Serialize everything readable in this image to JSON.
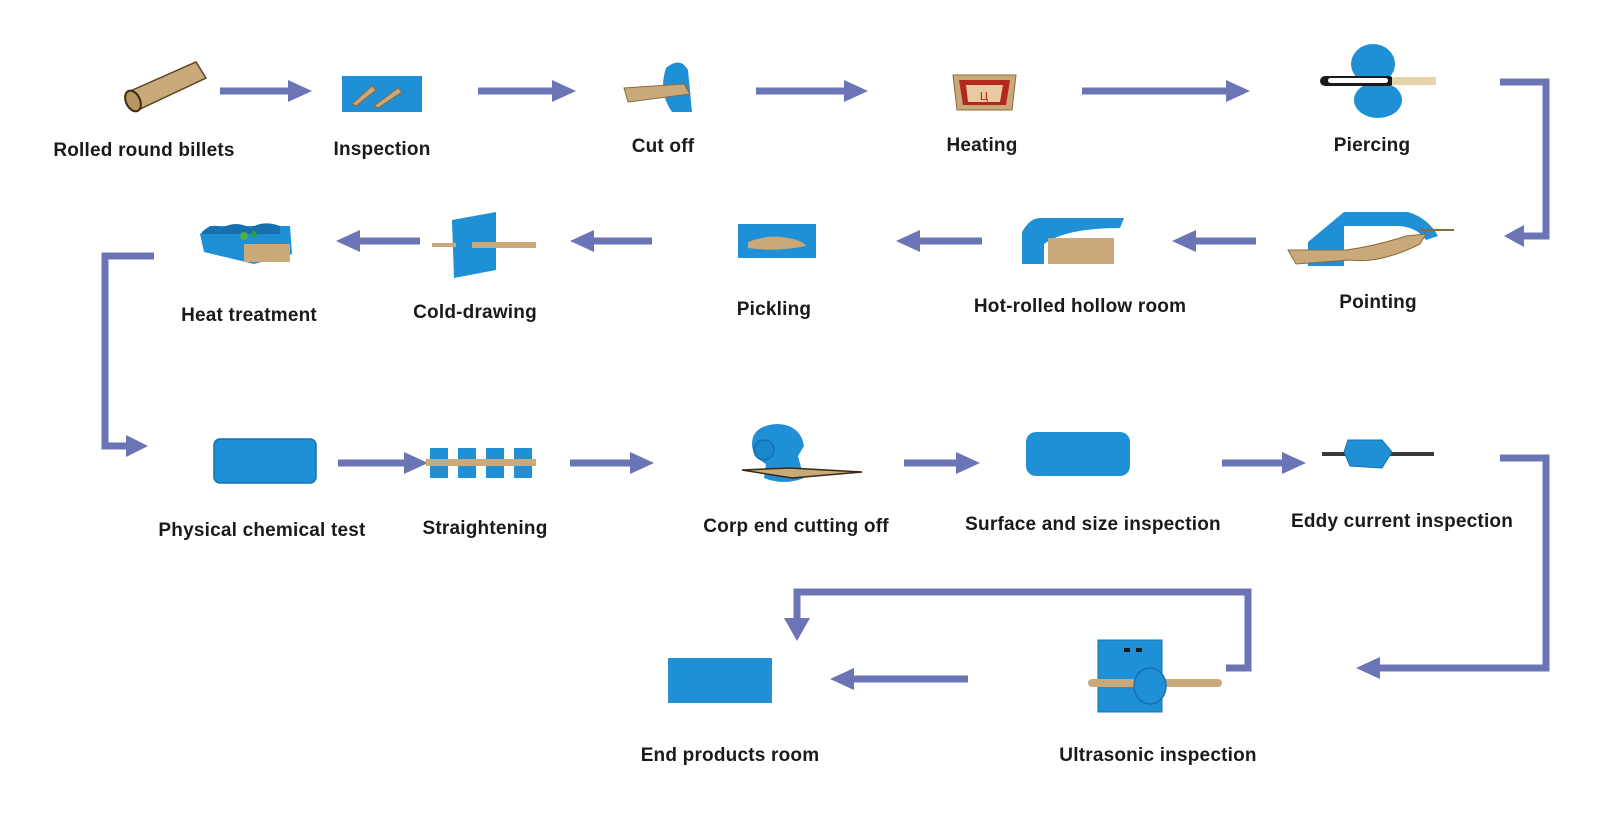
{
  "diagram": {
    "steps": [
      {
        "id": "rolled",
        "label": "Rolled round billets",
        "icon": "billet-icon"
      },
      {
        "id": "inspection",
        "label": "Inspection",
        "icon": "inspection-icon"
      },
      {
        "id": "cutoff",
        "label": "Cut off",
        "icon": "cutter-icon"
      },
      {
        "id": "heating",
        "label": "Heating",
        "icon": "furnace-icon"
      },
      {
        "id": "piercing",
        "label": "Piercing",
        "icon": "piercing-mill-icon"
      },
      {
        "id": "pointing",
        "label": "Pointing",
        "icon": "pointing-machine-icon"
      },
      {
        "id": "hotrolled",
        "label": "Hot-rolled hollow room",
        "icon": "hollow-storage-icon"
      },
      {
        "id": "pickling",
        "label": "Pickling",
        "icon": "pickling-tank-icon"
      },
      {
        "id": "colddrawing",
        "label": "Cold-drawing",
        "icon": "cold-drawing-icon"
      },
      {
        "id": "heattreat",
        "label": "Heat treatment",
        "icon": "heat-treatment-furnace-icon"
      },
      {
        "id": "physchem",
        "label": "Physical chemical test",
        "icon": "test-block-icon"
      },
      {
        "id": "straight",
        "label": "Straightening",
        "icon": "straightener-icon"
      },
      {
        "id": "corpend",
        "label": "Corp end cutting off",
        "icon": "end-cutter-icon"
      },
      {
        "id": "surface",
        "label": "Surface and size inspection",
        "icon": "inspection-block-icon"
      },
      {
        "id": "eddy",
        "label": "Eddy current inspection",
        "icon": "eddy-current-probe-icon"
      },
      {
        "id": "ultrasonic",
        "label": "Ultrasonic inspection",
        "icon": "ultrasonic-tester-icon"
      },
      {
        "id": "endproducts",
        "label": "End products room",
        "icon": "warehouse-block-icon"
      }
    ],
    "colors": {
      "arrow": "#6b74b4",
      "machine": "#1f8fd6",
      "machine_dark": "#1670b0",
      "tube": "#c9a979",
      "tube_dark": "#8a6a3c",
      "furnace_red": "#b3271c",
      "text": "#1a1a1a"
    }
  }
}
